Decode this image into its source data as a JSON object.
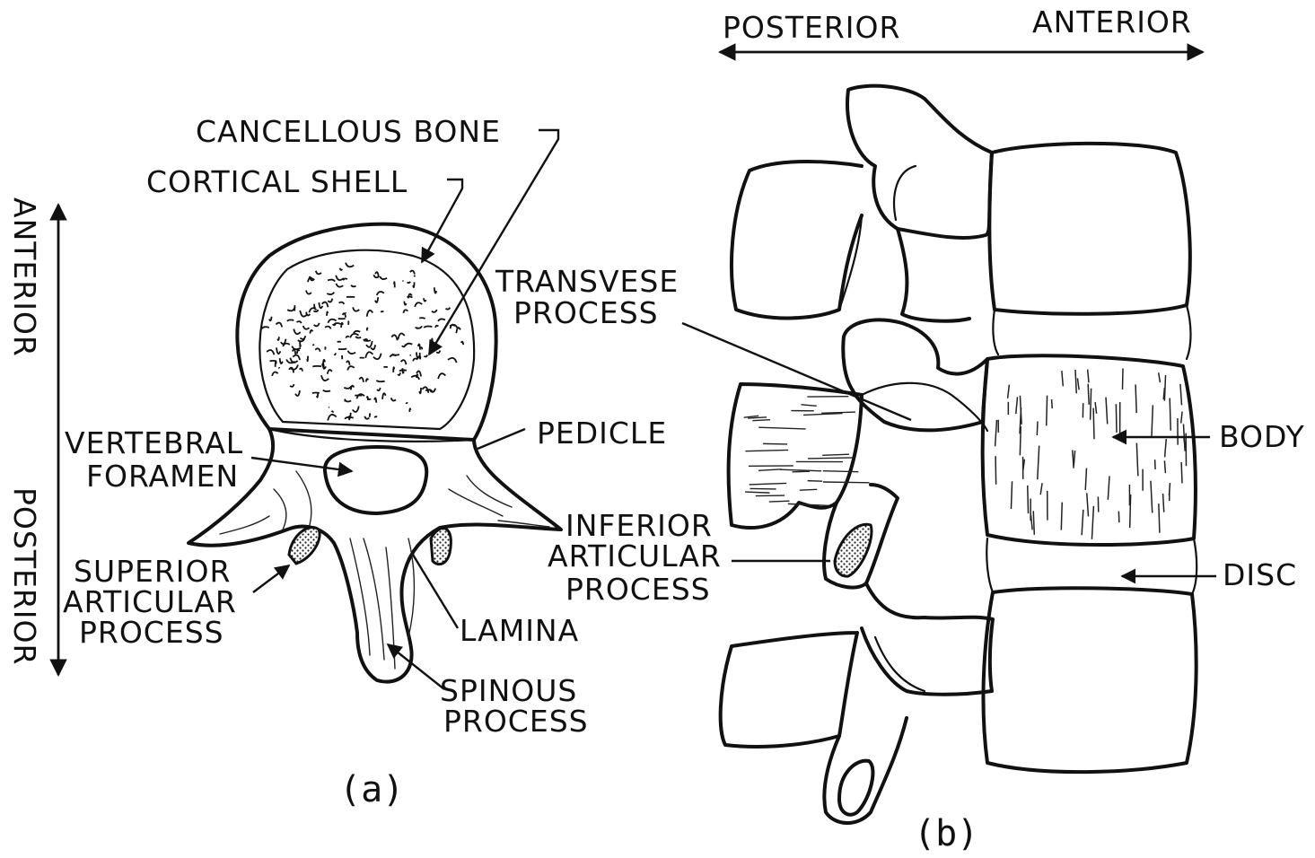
{
  "figure": {
    "panel_a": {
      "label": "(a)",
      "axis": {
        "top": "ANTERIOR",
        "bottom": "POSTERIOR"
      },
      "labels": {
        "cancellous_bone": "CANCELLOUS BONE",
        "cortical_shell": "CORTICAL SHELL",
        "vertebral_1": "VERTEBRAL",
        "vertebral_2": "FORAMEN",
        "pedicle": "PEDICLE",
        "superior_1": "SUPERIOR",
        "superior_2": "ARTICULAR",
        "superior_3": "PROCESS",
        "lamina": "LAMINA",
        "spinous_1": "SPINOUS",
        "spinous_2": "PROCESS"
      }
    },
    "panel_b": {
      "label": "(b)",
      "axis": {
        "left": "POSTERIOR",
        "right": "ANTERIOR"
      },
      "labels": {
        "transverse_1": "TRANSVESE",
        "transverse_2": "PROCESS",
        "body": "BODY",
        "inferior_1": "INFERIOR",
        "inferior_2": "ARTICULAR",
        "inferior_3": "PROCESS",
        "disc": "DISC"
      }
    }
  }
}
